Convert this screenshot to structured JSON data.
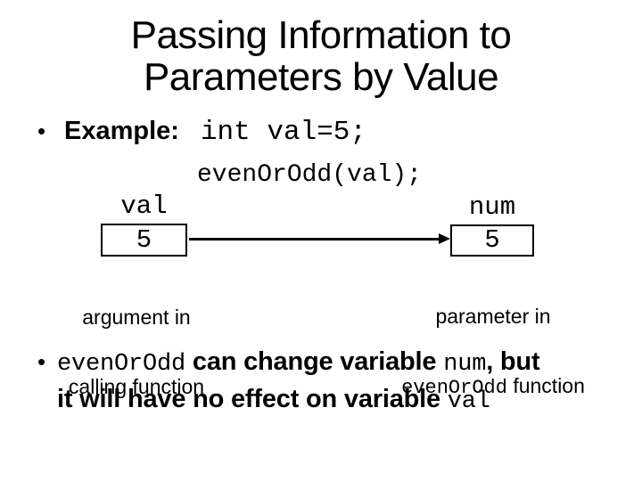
{
  "colors": {
    "background": "#ffffff",
    "text": "#000000"
  },
  "title": {
    "line1": "Passing Information to",
    "line2": "Parameters by Value"
  },
  "example": {
    "marker": "•",
    "label": "Example:",
    "code_line1": "int val=5;",
    "code_line2": "evenOrOdd(val);"
  },
  "diagram": {
    "val_box": {
      "var_name": "val",
      "value": "5",
      "caption_line1": "argument in",
      "caption_line2": "calling function"
    },
    "num_box": {
      "var_name": "num",
      "value": "5",
      "caption_line1": "parameter in",
      "caption_code": "evenOrOdd",
      "caption_rest": " function"
    }
  },
  "note": {
    "marker": "•",
    "code1": "evenOrOdd",
    "text1": " can change variable ",
    "code2": "num",
    "text2": ", but",
    "text3": "it will have no effect on variable ",
    "code3": "val"
  }
}
